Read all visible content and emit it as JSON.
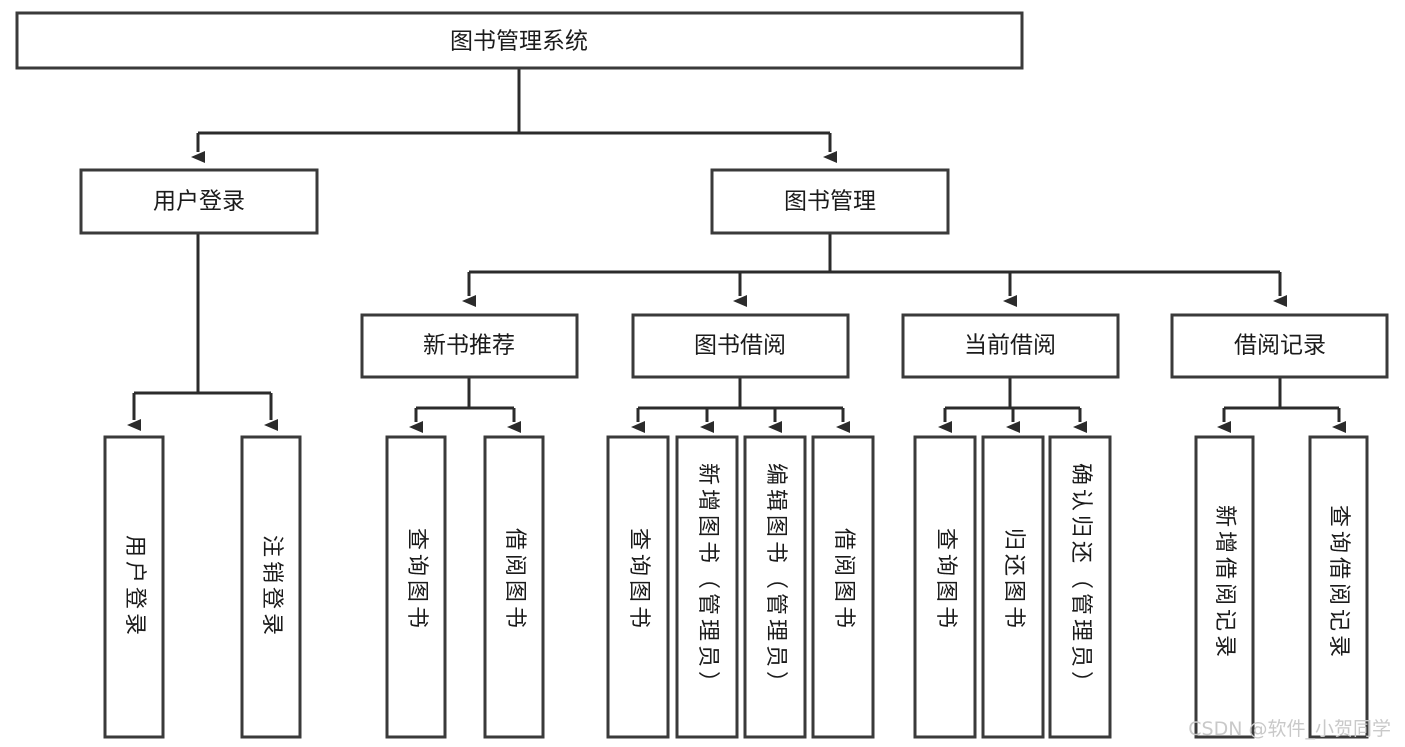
{
  "diagram": {
    "title": "图书管理系统",
    "watermark": "CSDN @软件_小贺同学",
    "stroke_color": "#2b2b2b",
    "box_fill": "#ffffff",
    "text_color": "#1b1b1b",
    "watermark_color": "#c9c9c9"
  },
  "root": {
    "label": "图书管理系统"
  },
  "level2": [
    {
      "label": "用户登录"
    },
    {
      "label": "图书管理"
    }
  ],
  "level3": [
    {
      "label": "新书推荐"
    },
    {
      "label": "图书借阅"
    },
    {
      "label": "当前借阅"
    },
    {
      "label": "借阅记录"
    }
  ],
  "leaves": {
    "user_login": [
      {
        "label": "用户登录"
      },
      {
        "label": "注销登录"
      }
    ],
    "new_book_recommend": [
      {
        "label": "查询图书"
      },
      {
        "label": "借阅图书"
      }
    ],
    "book_borrow": [
      {
        "label": "查询图书"
      },
      {
        "label": "新增图书（管理员）"
      },
      {
        "label": "编辑图书（管理员）"
      },
      {
        "label": "借阅图书"
      }
    ],
    "current_borrow": [
      {
        "label": "查询图书"
      },
      {
        "label": "归还图书"
      },
      {
        "label": "确认归还（管理员）"
      }
    ],
    "borrow_record": [
      {
        "label": "新增借阅记录"
      },
      {
        "label": "查询借阅记录"
      }
    ]
  }
}
